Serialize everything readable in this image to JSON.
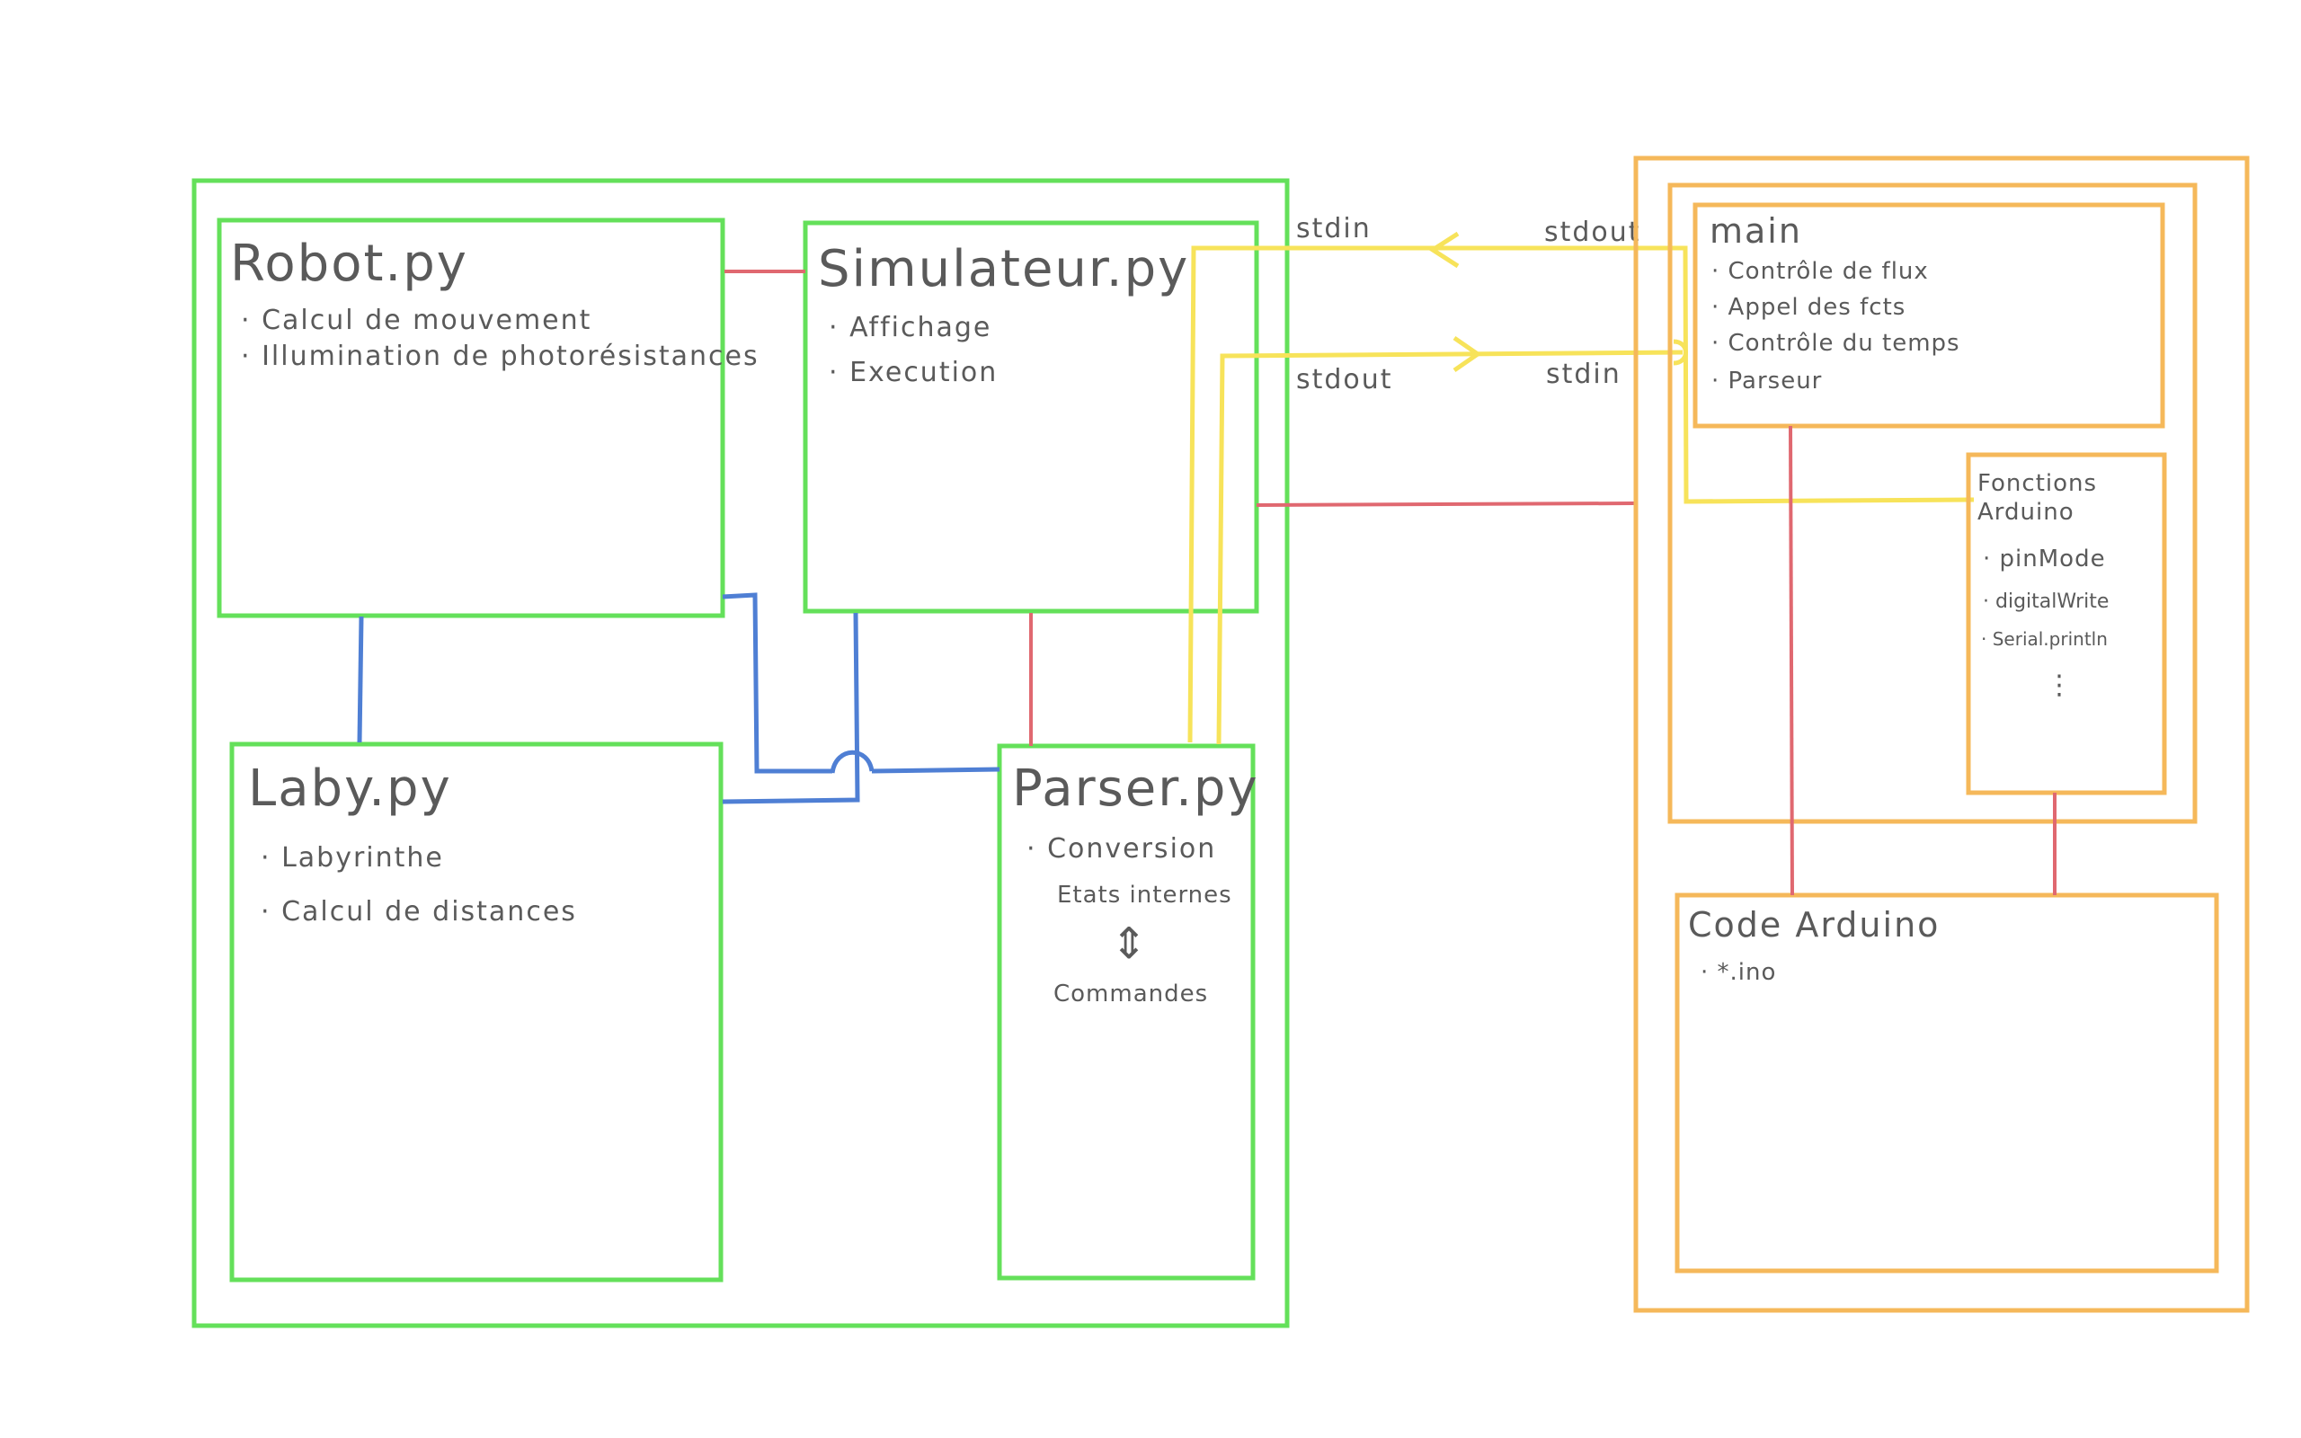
{
  "left_group": {
    "robot": {
      "title": "Robot.py",
      "items": [
        "· Calcul de mouvement",
        "· Illumination de photorésistances"
      ]
    },
    "simulateur": {
      "title": "Simulateur.py",
      "items": [
        "· Affichage",
        "· Execution"
      ]
    },
    "laby": {
      "title": "Laby.py",
      "items": [
        "· Labyrinthe",
        "· Calcul de distances"
      ]
    },
    "parser": {
      "title": "Parser.py",
      "items": [
        "· Conversion",
        "Etats internes",
        "⇕",
        "Commandes"
      ]
    }
  },
  "right_group": {
    "main": {
      "title": "main",
      "items": [
        "· Contrôle de flux",
        "· Appel des fcts",
        "· Contrôle du temps",
        "· Parseur"
      ]
    },
    "fonctions": {
      "title_lines": [
        "Fonctions",
        "Arduino"
      ],
      "items": [
        "· pinMode",
        "· digitalWrite",
        "· Serial.println",
        "⋮"
      ]
    },
    "code": {
      "title": "Code Arduino",
      "items": [
        "· *.ino"
      ]
    }
  },
  "streams": {
    "top_left": "stdin",
    "top_right": "stdout",
    "bottom_left": "stdout",
    "bottom_right": "stdin"
  },
  "colors": {
    "module_border": "#64e05a",
    "arduino_border": "#f5b85a",
    "link_red": "#e06870",
    "link_blue": "#4f7fd4",
    "link_yellow": "#f7e35a"
  }
}
